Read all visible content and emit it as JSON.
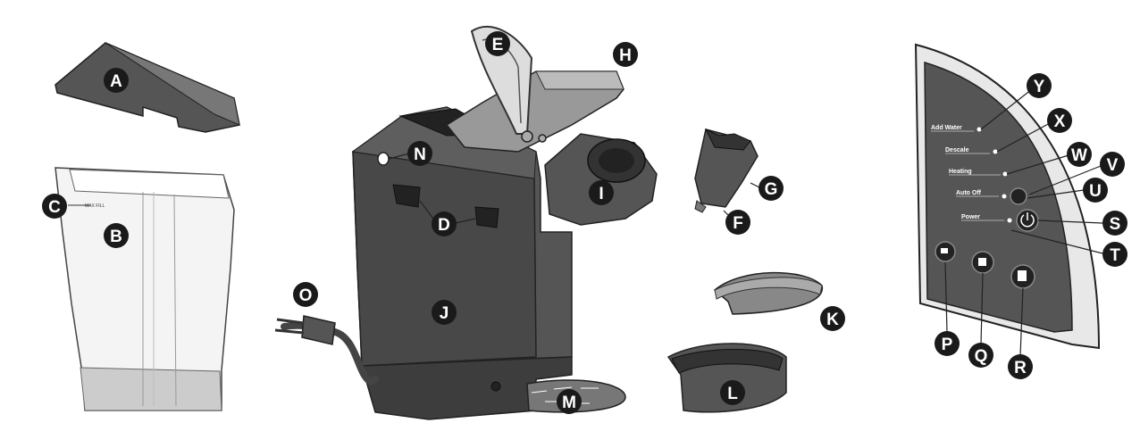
{
  "colors": {
    "body": "#4d4d4d",
    "body_dark": "#3a3a3a",
    "lid": "#999999",
    "badge": "#1a1a1a",
    "reservoir_fill": "#f2f2f2",
    "panel": "#e6e6e6",
    "panel_face": "#555555"
  },
  "callouts": {
    "a": "A",
    "b": "B",
    "c": "C",
    "d": "D",
    "e": "E",
    "f": "F",
    "g": "G",
    "h": "H",
    "i": "I",
    "j": "J",
    "k": "K",
    "l": "L",
    "m": "M",
    "n": "N",
    "o": "O",
    "p": "P",
    "q": "Q",
    "r": "R",
    "s": "S",
    "t": "T",
    "u": "U",
    "v": "V",
    "w": "W",
    "x": "X",
    "y": "Y"
  },
  "reservoir": {
    "max_fill": "MAX FILL"
  },
  "control_panel": {
    "add_water": "Add Water",
    "descale": "Descale",
    "heating": "Heating",
    "auto_off": "Auto Off",
    "power": "Power"
  },
  "icons": {
    "power": "power-icon",
    "cup_small": "small-cup-icon",
    "cup_medium": "medium-cup-icon",
    "cup_large": "large-cup-icon"
  }
}
